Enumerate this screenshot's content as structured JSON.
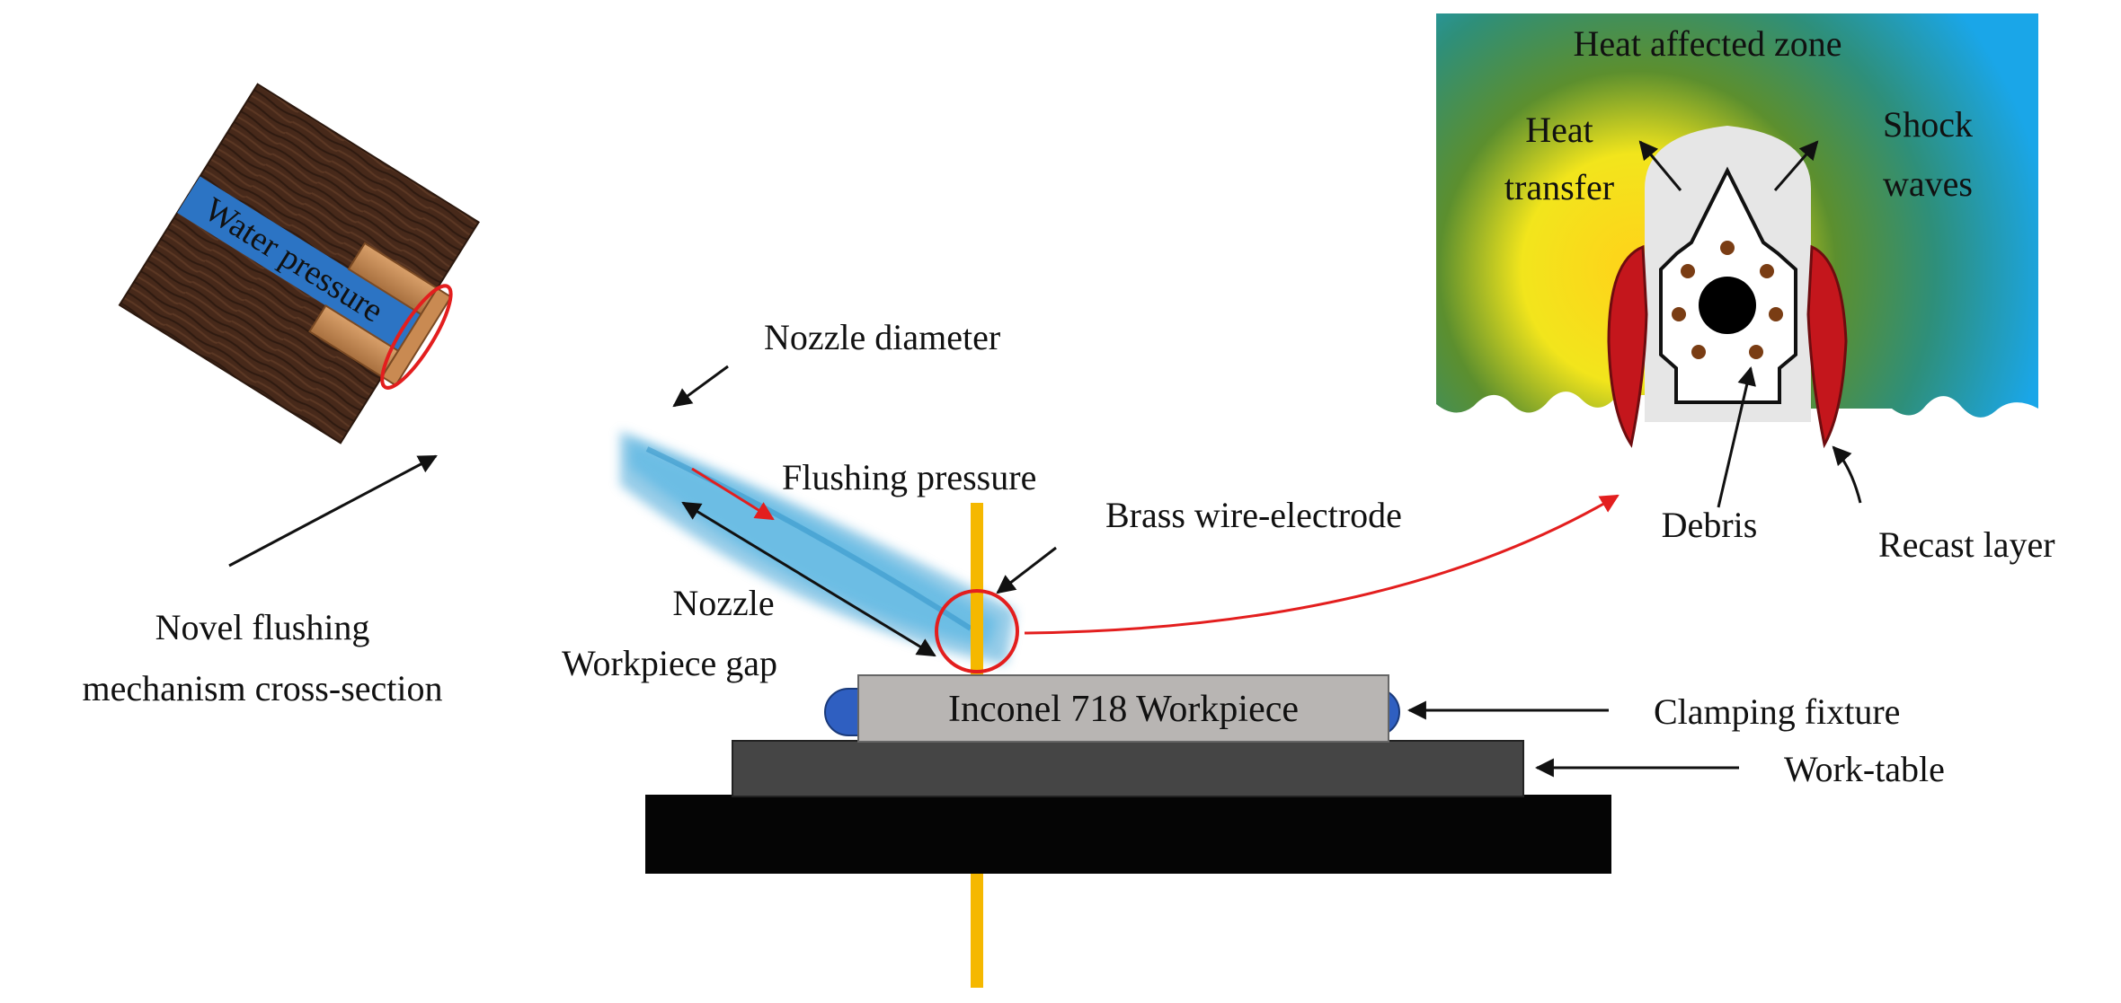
{
  "labels": {
    "water_pressure": "Water pressure",
    "nozzle_diameter": "Nozzle diameter",
    "novel_mechanism_line1": "Novel flushing",
    "novel_mechanism_line2": "mechanism cross-section",
    "flushing_pressure": "Flushing pressure",
    "brass_wire": "Brass wire-electrode",
    "nozzle_gap_line1": "Nozzle",
    "nozzle_gap_line2": "Workpiece gap",
    "workpiece": "Inconel 718 Workpiece",
    "clamping_fixture": "Clamping fixture",
    "work_table": "Work-table",
    "heat_affected_zone": "Heat affected zone",
    "heat_transfer_line1": "Heat",
    "heat_transfer_line2": "transfer",
    "shock_waves_line1": "Shock",
    "shock_waves_line2": "waves",
    "debris": "Debris",
    "recast_layer": "Recast layer"
  },
  "colors": {
    "wire": "#f5b800",
    "water": "#2c74c4",
    "nozzle_wood": "#c98a52",
    "housing_wood": "#4a2e1e",
    "spray": "#3fa3d6",
    "workpiece": "#b8b5b3",
    "clamp": "#2f5fc1",
    "table_top": "#454545",
    "table_base": "#050505",
    "callout_red": "#e31e1e",
    "recast_red": "#c4161c",
    "debris_brown": "#7a3d14",
    "inset_blue": "#1aa6e8"
  }
}
